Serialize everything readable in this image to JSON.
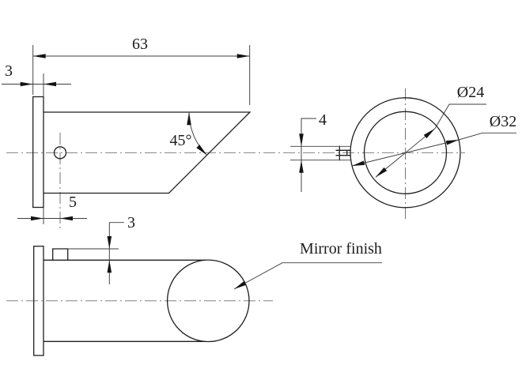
{
  "drawing": {
    "title": "Flanged shaft with 45-degree mirror-finish face - orthographic views",
    "background_color": "#ffffff",
    "object_line_color": "#1f1f1f",
    "dimension_line_color": "#3d3d3d",
    "centerline_color": "#6f6f6f",
    "text_color": "#1c1c1c",
    "views": {
      "side_view": {
        "dims": {
          "overall_length": "63",
          "flange_thickness": "3",
          "chamfer_angle": "45°",
          "hole_offset": "5"
        }
      },
      "front_view": {
        "dims": {
          "inner_diameter": "Ø24",
          "outer_diameter": "Ø32",
          "key_height": "4"
        }
      },
      "bottom_view": {
        "dims": {
          "key_depth": "3"
        },
        "note": "Mirror finish"
      }
    }
  }
}
